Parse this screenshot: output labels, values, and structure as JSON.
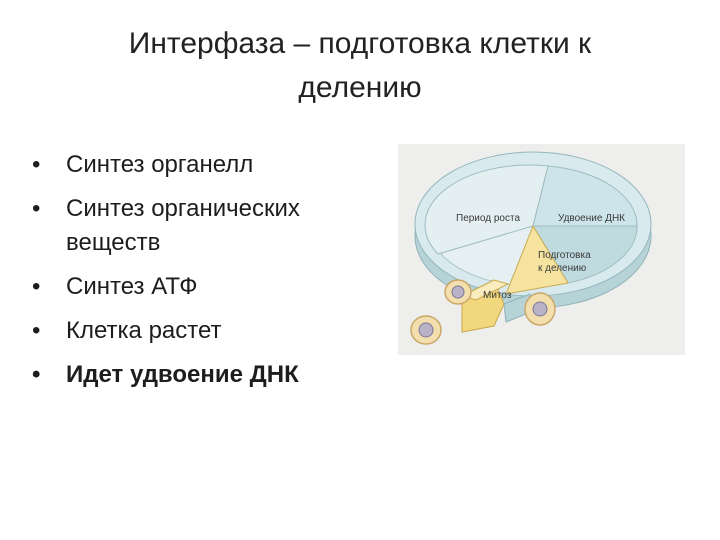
{
  "slide": {
    "title_line1": "Интерфаза – подготовка клетки к",
    "title_line2": "делению"
  },
  "bullets": [
    {
      "text": "Синтез органелл",
      "bold": false
    },
    {
      "text": "Синтез органических",
      "bold": false,
      "continuation": "веществ"
    },
    {
      "text": "Синтез АТФ",
      "bold": false
    },
    {
      "text": "Клетка растет",
      "bold": false
    },
    {
      "text": "Идет удвоение ДНК",
      "bold": true
    }
  ],
  "diagram": {
    "labels": {
      "growth": "Период роста",
      "dna": "Удвоение ДНК",
      "prep_line1": "Подготовка",
      "prep_line2": "к делению",
      "mitosis": "Митоз"
    },
    "colors": {
      "background": "#eeeeec",
      "ring_top": "#d8eaee",
      "ring_side": "#b6d3d8",
      "dna_sector": "#cde4ea",
      "prep_sector": "#bfdbe0",
      "mitosis_sector": "#f6e3a0",
      "cell_outer": "#f3dfae",
      "cell_nucleus": "#b9b3c8"
    }
  }
}
